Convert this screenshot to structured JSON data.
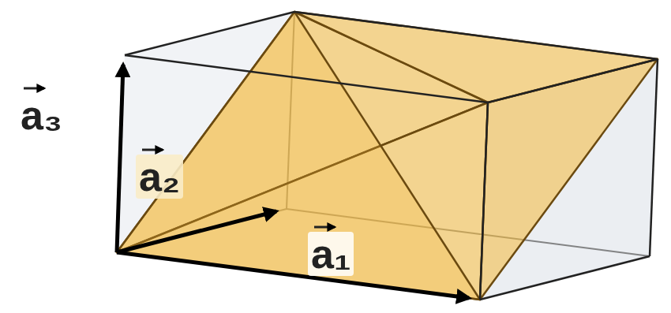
{
  "diagram": {
    "labels": [
      "a₃",
      "a₂",
      "a₁"
    ]
  }
}
